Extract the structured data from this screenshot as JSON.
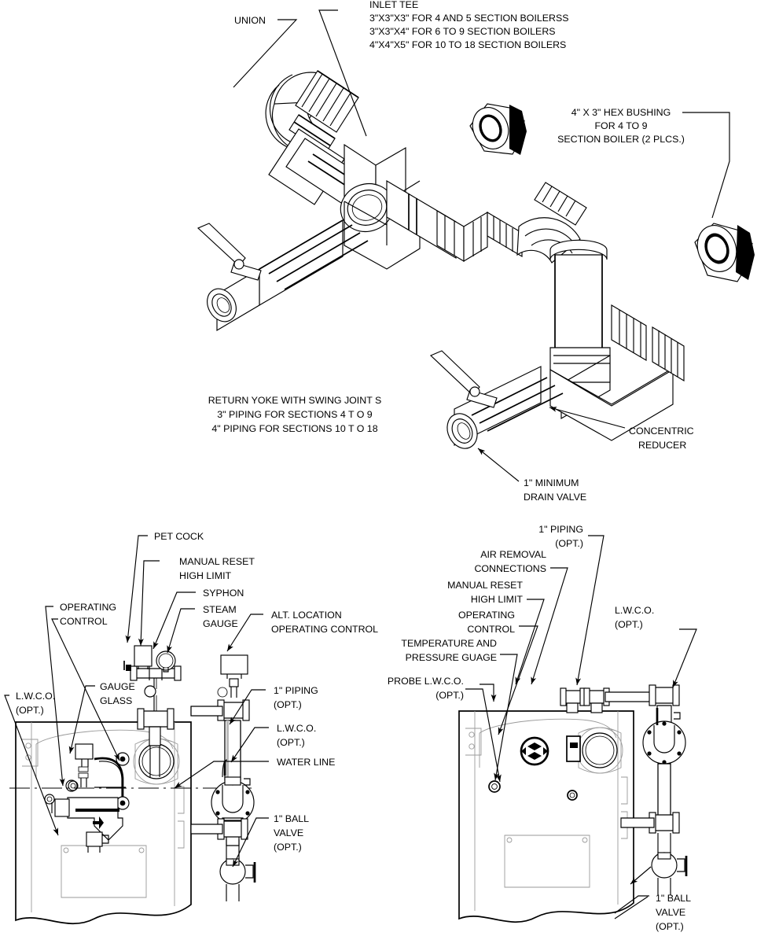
{
  "document": {
    "title": "Boiler Return Yoke and Boiler Trim Piping Detail",
    "line_color": "#000000",
    "background_color": "#ffffff"
  },
  "top_assembly": {
    "name": "return-yoke-assembly",
    "labels": {
      "union": "UNION",
      "inlet_tee": {
        "title": "INLET TEE",
        "line1": "3\"X3\"X3\" FOR 4 AND 5 SECTION BOILERSS",
        "line2": "3\"X3\"X4\" FOR 6 TO 9 SECTION BOILERS",
        "line3": "4\"X4\"X5\" FOR 10 TO 18 SECTION BOILERS"
      },
      "hex_bushing": {
        "line1": "4\" X 3\" HEX BUSHING",
        "line2": "FOR 4 TO 9",
        "line3": "SECTION BOILER (2 PLCS.)"
      },
      "yoke_note": {
        "line1": "RETURN  YOKE WITH SWING JOINT S",
        "line2": "3\" PIPING FOR SECTIONS 4 T O 9",
        "line3": "4\" PIPING FOR SECTIONS 10 T O 18"
      },
      "concentric_reducer": {
        "line1": "CONCENTRIC",
        "line2": "REDUCER"
      },
      "drain_valve": {
        "line1": "1\" MINIMUM",
        "line2": "DRAIN VALVE"
      }
    }
  },
  "left_detail": {
    "name": "steam-boiler-trim-detail",
    "labels": {
      "pet_cock": "PET COCK",
      "manual_reset_high_limit": {
        "line1": "MANUAL RESET",
        "line2": "HIGH LIMIT"
      },
      "syphon": "SYPHON",
      "steam_gauge": {
        "line1": "STEAM",
        "line2": "GAUGE"
      },
      "alt_location_operating_control": {
        "line1": "ALT. LOCATION",
        "line2": "OPERATING CONTROL"
      },
      "operating_control": {
        "line1": "OPERATING",
        "line2": "CONTROL"
      },
      "lwco_left": {
        "line1": "L.W.C.O.",
        "line2": "(OPT.)"
      },
      "gauge_glass": {
        "line1": "GAUGE",
        "line2": "GLASS"
      },
      "piping_1in": {
        "line1": "1\" PIPING",
        "line2": "(OPT.)"
      },
      "lwco_right": {
        "line1": "L.W.C.O.",
        "line2": "(OPT.)"
      },
      "water_line": "WATER LINE",
      "ball_valve": {
        "line1": "1\" BALL",
        "line2": "VALVE",
        "line3": "(OPT.)"
      }
    }
  },
  "right_detail": {
    "name": "water-boiler-trim-detail",
    "labels": {
      "piping_1in": {
        "line1": "1\" PIPING",
        "line2": "(OPT.)"
      },
      "air_removal_connections": {
        "line1": "AIR REMOVAL",
        "line2": "CONNECTIONS"
      },
      "manual_reset_high_limit": {
        "line1": "MANUAL RESET",
        "line2": "HIGH LIMIT"
      },
      "operating_control": {
        "line1": "OPERATING",
        "line2": "CONTROL"
      },
      "temperature_pressure_gauge": {
        "line1": "TEMPERATURE AND",
        "line2": "PRESSURE GUAGE"
      },
      "probe_lwco": {
        "line1": "PROBE L.W.C.O.",
        "line2": "(OPT.)"
      },
      "lwco": {
        "line1": "L.W.C.O.",
        "line2": "(OPT.)"
      },
      "ball_valve": {
        "line1": "1\" BALL",
        "line2": "VALVE",
        "line3": "(OPT.)"
      }
    }
  }
}
